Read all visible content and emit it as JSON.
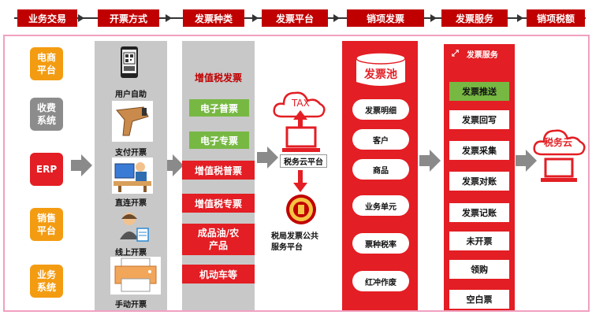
{
  "stages": [
    "业务交易",
    "开票方式",
    "发票种类",
    "发票平台",
    "销项发票",
    "发票服务",
    "销项税额"
  ],
  "sources": [
    {
      "label": "电商\n平台",
      "color": "#f39c12"
    },
    {
      "label": "收费\n系统",
      "color": "#8c8c8c"
    },
    {
      "label": "ERP",
      "color": "#e31e24"
    },
    {
      "label": "销售\n平台",
      "color": "#f39c12"
    },
    {
      "label": "业务\n系统",
      "color": "#f39c12"
    }
  ],
  "methods": [
    "用户自助",
    "支付开票",
    "直连开票",
    "线上开票",
    "手动开票"
  ],
  "invoice_types": {
    "head": "增值税发票",
    "green": [
      "电子普票",
      "电子专票"
    ],
    "red": [
      "增值税普票",
      "增值税专票",
      "成品油/农\n产品",
      "机动车等"
    ]
  },
  "platform": {
    "tax_tag": "TAX",
    "cloud_label": "税务云平台",
    "gov_label": "税局发票公共\n服务平台"
  },
  "pool": {
    "title": "发票池",
    "items": [
      "发票明细",
      "客户",
      "商品",
      "业务单元",
      "票种税率",
      "红冲作废"
    ]
  },
  "services": {
    "title": "发票服务",
    "items": [
      "发票推送",
      "发票回写",
      "发票采集",
      "发票对账",
      "发票记账",
      "未开票",
      "领购",
      "空白票"
    ]
  },
  "output": {
    "label": "税务云"
  },
  "colors": {
    "red": "#e31e24",
    "darkred": "#c00000",
    "green": "#77b843",
    "orange": "#f39c12",
    "gray": "#8c8c8c"
  }
}
